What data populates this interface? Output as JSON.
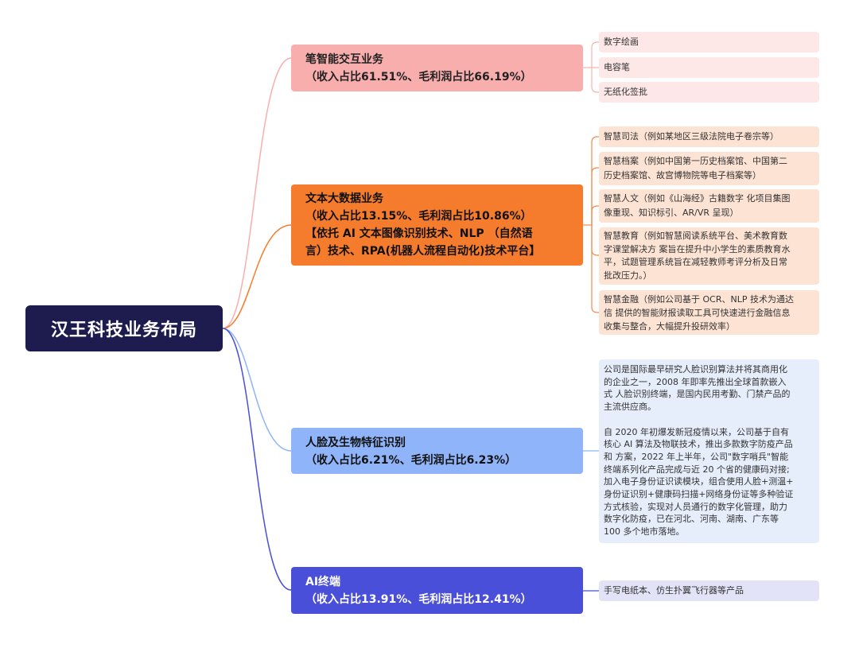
{
  "root": {
    "title": "汉王科技业务布局"
  },
  "branches": [
    {
      "lines": [
        "笔智能交互业务",
        "（收入占比61.51%、毛利润占比66.19%）"
      ],
      "color": "#f9aeae",
      "leaves": [
        [
          "数字绘画"
        ],
        [
          "电容笔"
        ],
        [
          "无纸化签批"
        ]
      ]
    },
    {
      "lines": [
        "文本大数据业务",
        "（收入占比13.15%、毛利润占比10.86%）",
        "【依托 AI 文本图像识别技术、NLP （自然语",
        "言）技术、RPA(机器人流程自动化)技术平台】"
      ],
      "color": "#f57c2c",
      "leaves": [
        [
          "智慧司法（例如某地区三级法院电子卷宗等）"
        ],
        [
          "智慧档案（例如中国第一历史档案馆、中国第二",
          "历史档案馆、故宫博物院等电子档案等）"
        ],
        [
          "智慧人文（例如《山海经》古籍数字 化项目集图",
          "像重现、知识标引、AR/VR 呈现）"
        ],
        [
          "智慧教育（例如智慧阅读系统平台、美术教育数",
          "字课堂解决方 案旨在提升中小学生的素质教育水",
          "平，试题管理系统旨在减轻教师考评分析及日常",
          "批改压力。）"
        ],
        [
          "智慧金融（例如公司基于 OCR、NLP 技术为通达",
          "信 提供的智能财报读取工具可快速进行金融信息",
          "收集与整合，大幅提升投研效率）"
        ]
      ]
    },
    {
      "lines": [
        "人脸及生物特征识别",
        "（收入占比6.21%、毛利润占比6.23%）"
      ],
      "color": "#8fb4f9",
      "leaves": [
        [
          "公司是国际最早研究人脸识别算法并将其商用化",
          "的企业之一，2008 年即率先推出全球首款嵌入",
          "式 人脸识别终端，是国内民用考勤、门禁产品的",
          "主流供应商。",
          "",
          "自 2020 年初爆发新冠疫情以来，公司基于自有",
          "核心 AI 算法及物联技术，推出多款数字防疫产品",
          "和 方案，2022 年上半年，公司\"数字哨兵\"智能",
          "终端系列化产品完成与近 20 个省的健康码对接;",
          "加入电子身份证识读模块，组合使用人脸+测温+",
          "身份证识别+健康码扫描+网络身份证等多种验证",
          "方式核验，实现对人员通行的数字化管理，助力",
          "数字化防疫，已在河北、河南、湖南、广东等",
          "100 多个地市落地。"
        ]
      ]
    },
    {
      "lines": [
        "AI终端",
        "（收入占比13.91%、毛利润占比12.41%）"
      ],
      "color": "#4a4fd9",
      "leaves": [
        [
          "手写电纸本、仿生扑翼飞行器等产品"
        ]
      ]
    }
  ]
}
